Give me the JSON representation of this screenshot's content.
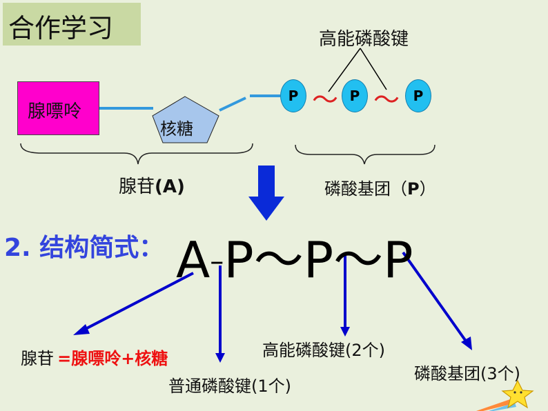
{
  "title": "合作学习",
  "molecule": {
    "adenine": "腺嘌呤",
    "ribose": "核糖",
    "phosphate": "P",
    "high_energy_bond_label": "高能磷酸键",
    "adenosine_label": "腺苷",
    "adenosine_abbr": "(A)",
    "phosphate_group_label": "磷酸基团（",
    "phosphate_group_abbr": "P",
    "phosphate_group_close": "）"
  },
  "structure": {
    "label": "2. 结构简式：",
    "formula_a": "A",
    "formula_dash": "–",
    "formula_p": "P",
    "formula_tilde": "～"
  },
  "annotations": {
    "adenosine": "腺苷",
    "adenosine_def": "=腺嘌呤+核糖",
    "normal_bond": "普通磷酸键(1个)",
    "high_energy_bond": "高能磷酸键(2个)",
    "phosphate_group": "磷酸基团(3个)"
  },
  "colors": {
    "background": "#eaf0dd",
    "title_bg": "#c9d9a3",
    "adenine": "#ff00cc",
    "ribose": "#a7c6ec",
    "phosphate": "#22bff0",
    "bond_line": "#3399dd",
    "tilde": "#dd2222",
    "arrow": "#0000cc",
    "label_blue": "#3344dd",
    "definition_red": "#ee1111"
  }
}
